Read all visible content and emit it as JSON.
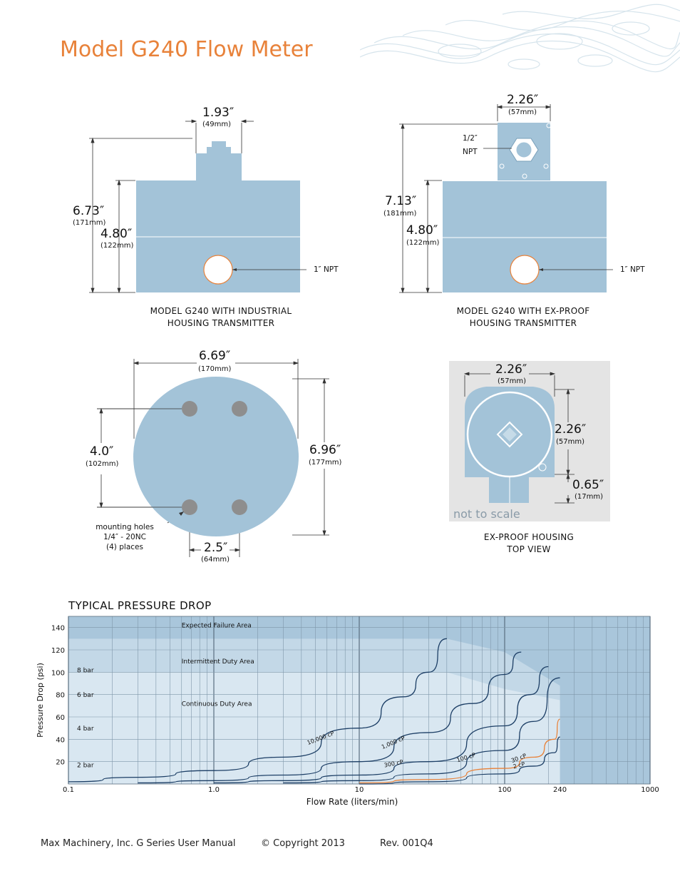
{
  "page": {
    "title": "Model G240 Flow Meter"
  },
  "industrial": {
    "width_in": "1.93″",
    "width_mm": "(49mm)",
    "total_in": "6.73″",
    "total_mm": "(171mm)",
    "body_in": "4.80″",
    "body_mm": "(122mm)",
    "port": "1″ NPT",
    "caption_line1": "MODEL G240 WITH INDUSTRIAL",
    "caption_line2": "HOUSING TRANSMITTER"
  },
  "exproof": {
    "width_in": "2.26″",
    "width_mm": "(57mm)",
    "conduit_line1": "1/2″",
    "conduit_line2": "NPT",
    "total_in": "7.13″",
    "total_mm": "(181mm)",
    "body_in": "4.80″",
    "body_mm": "(122mm)",
    "port": "1″ NPT",
    "caption_line1": "MODEL G240 WITH EX-PROOF",
    "caption_line2": "HOUSING TRANSMITTER"
  },
  "flange": {
    "width_in": "6.69″",
    "width_mm": "(170mm)",
    "height_in": "6.96″",
    "height_mm": "(177mm)",
    "hole_v_in": "4.0″",
    "hole_v_mm": "(102mm)",
    "hole_h_in": "2.5″",
    "hole_h_mm": "(64mm)",
    "holes_line1": "mounting holes",
    "holes_line2": "1/4″ - 20NC",
    "holes_line3": "(4) places"
  },
  "topview": {
    "width_in": "2.26″",
    "width_mm": "(57mm)",
    "height_in": "2.26″",
    "height_mm": "(57mm)",
    "offset_in": "0.65″",
    "offset_mm": "(17mm)",
    "scale_note": "not to scale",
    "caption_line1": "EX-PROOF HOUSING",
    "caption_line2": "TOP VIEW"
  },
  "chart_title": "TYPICAL PRESSURE DROP",
  "chart_data": {
    "type": "line",
    "title": "TYPICAL PRESSURE DROP",
    "xlabel": "Flow Rate (liters/min)",
    "ylabel": "Pressure Drop (psi)",
    "x_scale": "log",
    "xlim": [
      0.1,
      1000
    ],
    "ylim": [
      0,
      150
    ],
    "x_ticks": [
      "0.1",
      "1.0",
      "10",
      "100",
      "240",
      "1000"
    ],
    "y_ticks": [
      20,
      40,
      60,
      80,
      100,
      120,
      140
    ],
    "bar_labels": [
      "2 bar",
      "4 bar",
      "6 bar",
      "8 bar"
    ],
    "regions": [
      "Expected Failure Area",
      "Intermittent Duty Area",
      "Continuous Duty Area"
    ],
    "grid": true,
    "series": [
      {
        "name": "10,000 cP",
        "color": "#1d3f66",
        "x": [
          0.1,
          0.3,
          1,
          3,
          10,
          20,
          30,
          40
        ],
        "y": [
          2,
          6,
          12,
          24,
          50,
          78,
          100,
          130
        ]
      },
      {
        "name": "1,000 cP",
        "color": "#1d3f66",
        "x": [
          0.3,
          1,
          3,
          10,
          30,
          60,
          100,
          130
        ],
        "y": [
          1,
          3,
          8,
          20,
          46,
          72,
          98,
          118
        ]
      },
      {
        "name": "300 cP",
        "color": "#1d3f66",
        "x": [
          1,
          3,
          10,
          30,
          100,
          150,
          200
        ],
        "y": [
          1,
          3,
          8,
          20,
          52,
          80,
          105
        ]
      },
      {
        "name": "100 cP",
        "color": "#1d3f66",
        "x": [
          3,
          10,
          30,
          100,
          160,
          240
        ],
        "y": [
          1,
          3,
          9,
          30,
          56,
          95
        ]
      },
      {
        "name": "30 cP",
        "color": "#e8823a",
        "x": [
          10,
          30,
          100,
          160,
          220,
          240
        ],
        "y": [
          1,
          4,
          14,
          24,
          40,
          58
        ]
      },
      {
        "name": "2 cP",
        "color": "#1d3f66",
        "x": [
          10,
          30,
          100,
          160,
          220,
          240
        ],
        "y": [
          0,
          2,
          9,
          16,
          28,
          42
        ]
      }
    ]
  },
  "footer": {
    "manual": "Max Machinery, Inc. G Series User Manual",
    "copyright": "© Copyright 2013",
    "rev": "Rev. 001Q4"
  }
}
